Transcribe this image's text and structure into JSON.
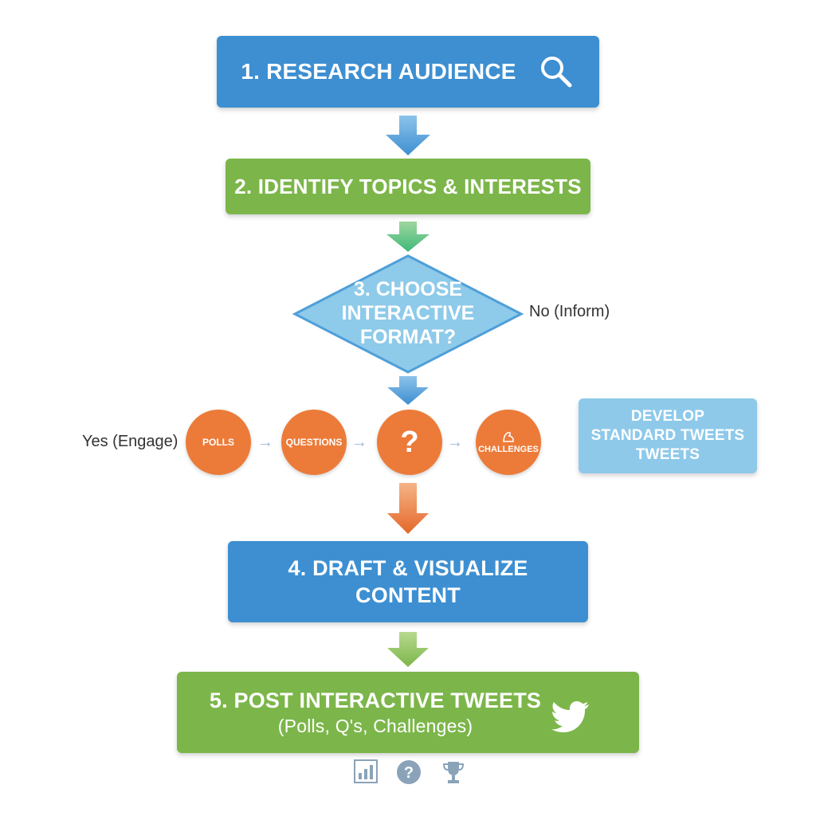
{
  "steps": {
    "step1": "1. RESEARCH AUDIENCE",
    "step2": "2. IDENTIFY TOPICS & INTERESTS",
    "step3_line1": "3. CHOOSE",
    "step3_line2": "INTERACTIVE",
    "step3_line3": "FORMAT?",
    "step4_line1": "4. DRAFT & VISUALIZE",
    "step4_line2": "CONTENT",
    "step5_line1": "5. POST INTERACTIVE TWEETS",
    "step5_line2": "(Polls, Q's, Challenges)"
  },
  "branches": {
    "no_label": "No (Inform)",
    "yes_label": "Yes (Engage)",
    "standard_line1": "DEVELOP",
    "standard_line2": "STANDARD TWEETS",
    "standard_line3": "TWEETS"
  },
  "formats": {
    "polls": "POLLS",
    "questions": "QUESTIONS",
    "question_mark": "?",
    "challenges": "CHALLENGES"
  },
  "icons": [
    "magnifier-icon",
    "bird-icon",
    "bar-chart-icon",
    "question-icon",
    "trophy-icon",
    "flexed-arm-icon"
  ],
  "colors": {
    "blue": "#3d8fd1",
    "green": "#7cb64a",
    "light_blue": "#8ec9ea",
    "orange": "#ec7b39"
  }
}
